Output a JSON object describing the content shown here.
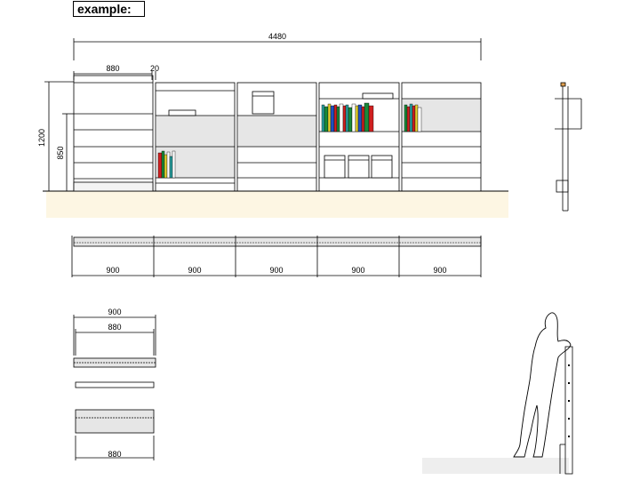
{
  "title": "example:",
  "elevation": {
    "total_width": "4480",
    "module_width": "880",
    "gap": "20",
    "height_total": "1200",
    "height_mid": "850"
  },
  "plan": {
    "modules": [
      "900",
      "900",
      "900",
      "900",
      "900"
    ]
  },
  "detail": {
    "outer_width": "900",
    "inner_width": "880",
    "bottom_width": "880"
  },
  "colors": {
    "floor": "#fdf6e3",
    "panel_grey": "#e6e6e6",
    "line": "#000000",
    "book_red": "#d02020",
    "book_green": "#1a8a3a",
    "book_teal": "#2aa0a0",
    "book_yellow": "#e6d230",
    "book_blue": "#2050c0"
  }
}
